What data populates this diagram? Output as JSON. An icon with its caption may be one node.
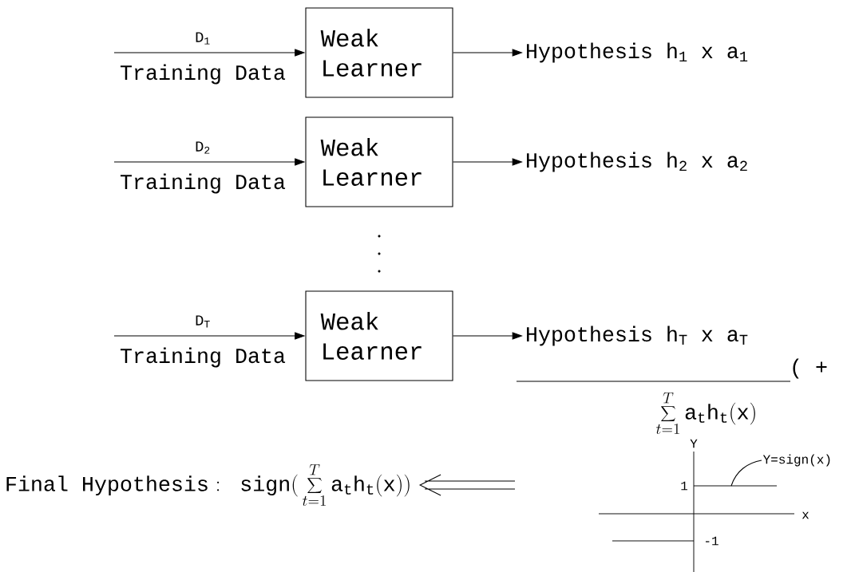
{
  "diagram": {
    "nodes": [
      {
        "text": [
          "Weak Learner"
        ],
        "beside": [
          "Training Data"
        ]
      },
      {
        "text": [
          "Weak Learner"
        ],
        "beside": [
          "Training Data"
        ]
      },
      {
        "text": [
          "Weak Learner"
        ],
        "beside": [
          "Training Data"
        ]
      },
      {
        "text": [
          "Hypothesis h$_{1}$ x a$_{1}$"
        ]
      },
      {
        "text": [
          "Hypothesis h$_{2}$ x a$_{2}$"
        ]
      },
      {
        "text": [
          "Hypothesis h$_{T}$ x a$_{T}$"
        ]
      },
      {
        "text": [
          "\\mathtt{Final\\ Hypothesis:\\ sign(}\\sum_{t=1}^{T}\\mathtt{a_{t}h_{t}(x))}"
        ]
      },
      {
        "text": [
          "Y=sign(x)"
        ]
      }
    ],
    "edges": [
      {
        "from": null,
        "to": 0,
        "arrow": "to",
        "label": "D$_{1}$"
      },
      {
        "from": null,
        "to": 1,
        "arrow": "to",
        "label": "D$_{2}$"
      },
      {
        "from": null,
        "to": 2,
        "arrow": "to",
        "label": "D$_{T}$"
      },
      {
        "from": 0,
        "to": 3,
        "arrow": "to"
      },
      {
        "from": 1,
        "to": 4,
        "arrow": "to"
      },
      {
        "from": 2,
        "to": 5,
        "arrow": "to"
      },
      {
        "from": null,
        "to": 6,
        "arrow": "to"
      },
      {
        "from": 7,
        "to": null,
        "arrow": "none"
      }
    ],
    "labels": [
      "( +",
      "\\sum_{t=1}^{T}\\mathtt{a_{t}h_{t}(x)}",
      "Y",
      "1",
      "x",
      "-1"
    ]
  }
}
